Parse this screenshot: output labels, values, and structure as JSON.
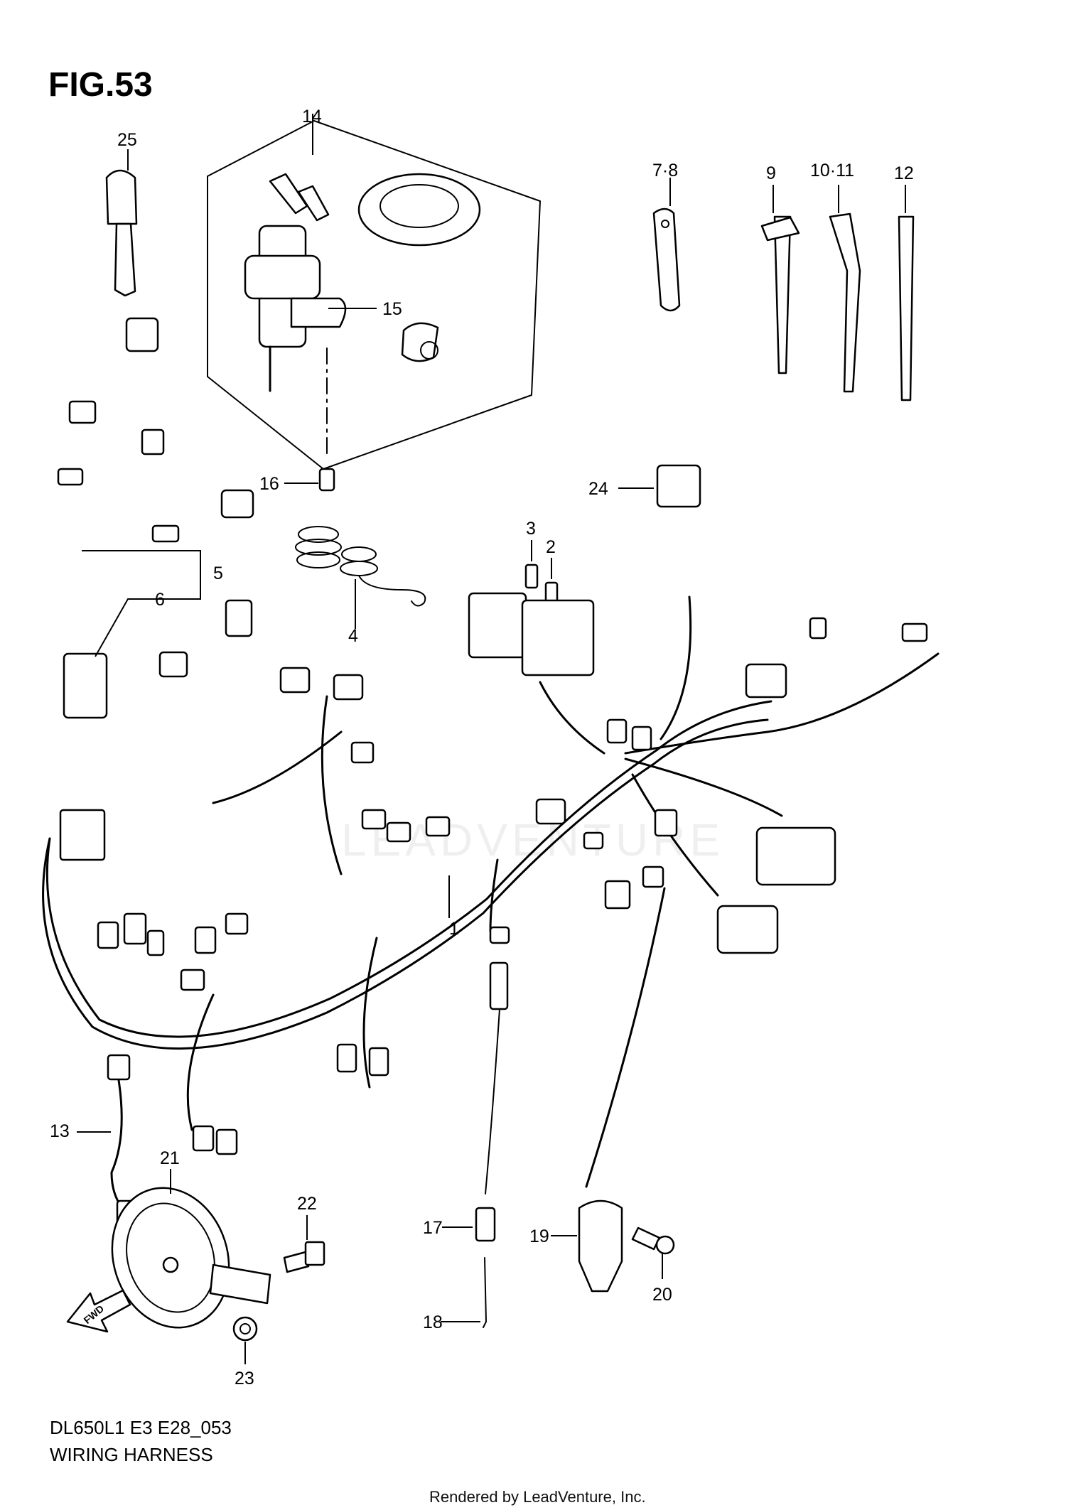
{
  "figure": {
    "title": "FIG.53",
    "model_code": "DL650L1 E3 E28_053",
    "name": "WIRING HARNESS",
    "credit": "Rendered by LeadVenture, Inc.",
    "watermark": "LEADVENTURE",
    "direction_label": "FWD"
  },
  "callouts": [
    {
      "label": "1"
    },
    {
      "label": "2"
    },
    {
      "label": "3"
    },
    {
      "label": "4"
    },
    {
      "label": "5"
    },
    {
      "label": "6"
    },
    {
      "label": "7·8"
    },
    {
      "label": "9"
    },
    {
      "label": "10·11"
    },
    {
      "label": "12"
    },
    {
      "label": "13"
    },
    {
      "label": "14"
    },
    {
      "label": "15"
    },
    {
      "label": "16"
    },
    {
      "label": "17"
    },
    {
      "label": "18"
    },
    {
      "label": "19"
    },
    {
      "label": "20"
    },
    {
      "label": "21"
    },
    {
      "label": "22"
    },
    {
      "label": "23"
    },
    {
      "label": "24"
    },
    {
      "label": "25"
    }
  ]
}
